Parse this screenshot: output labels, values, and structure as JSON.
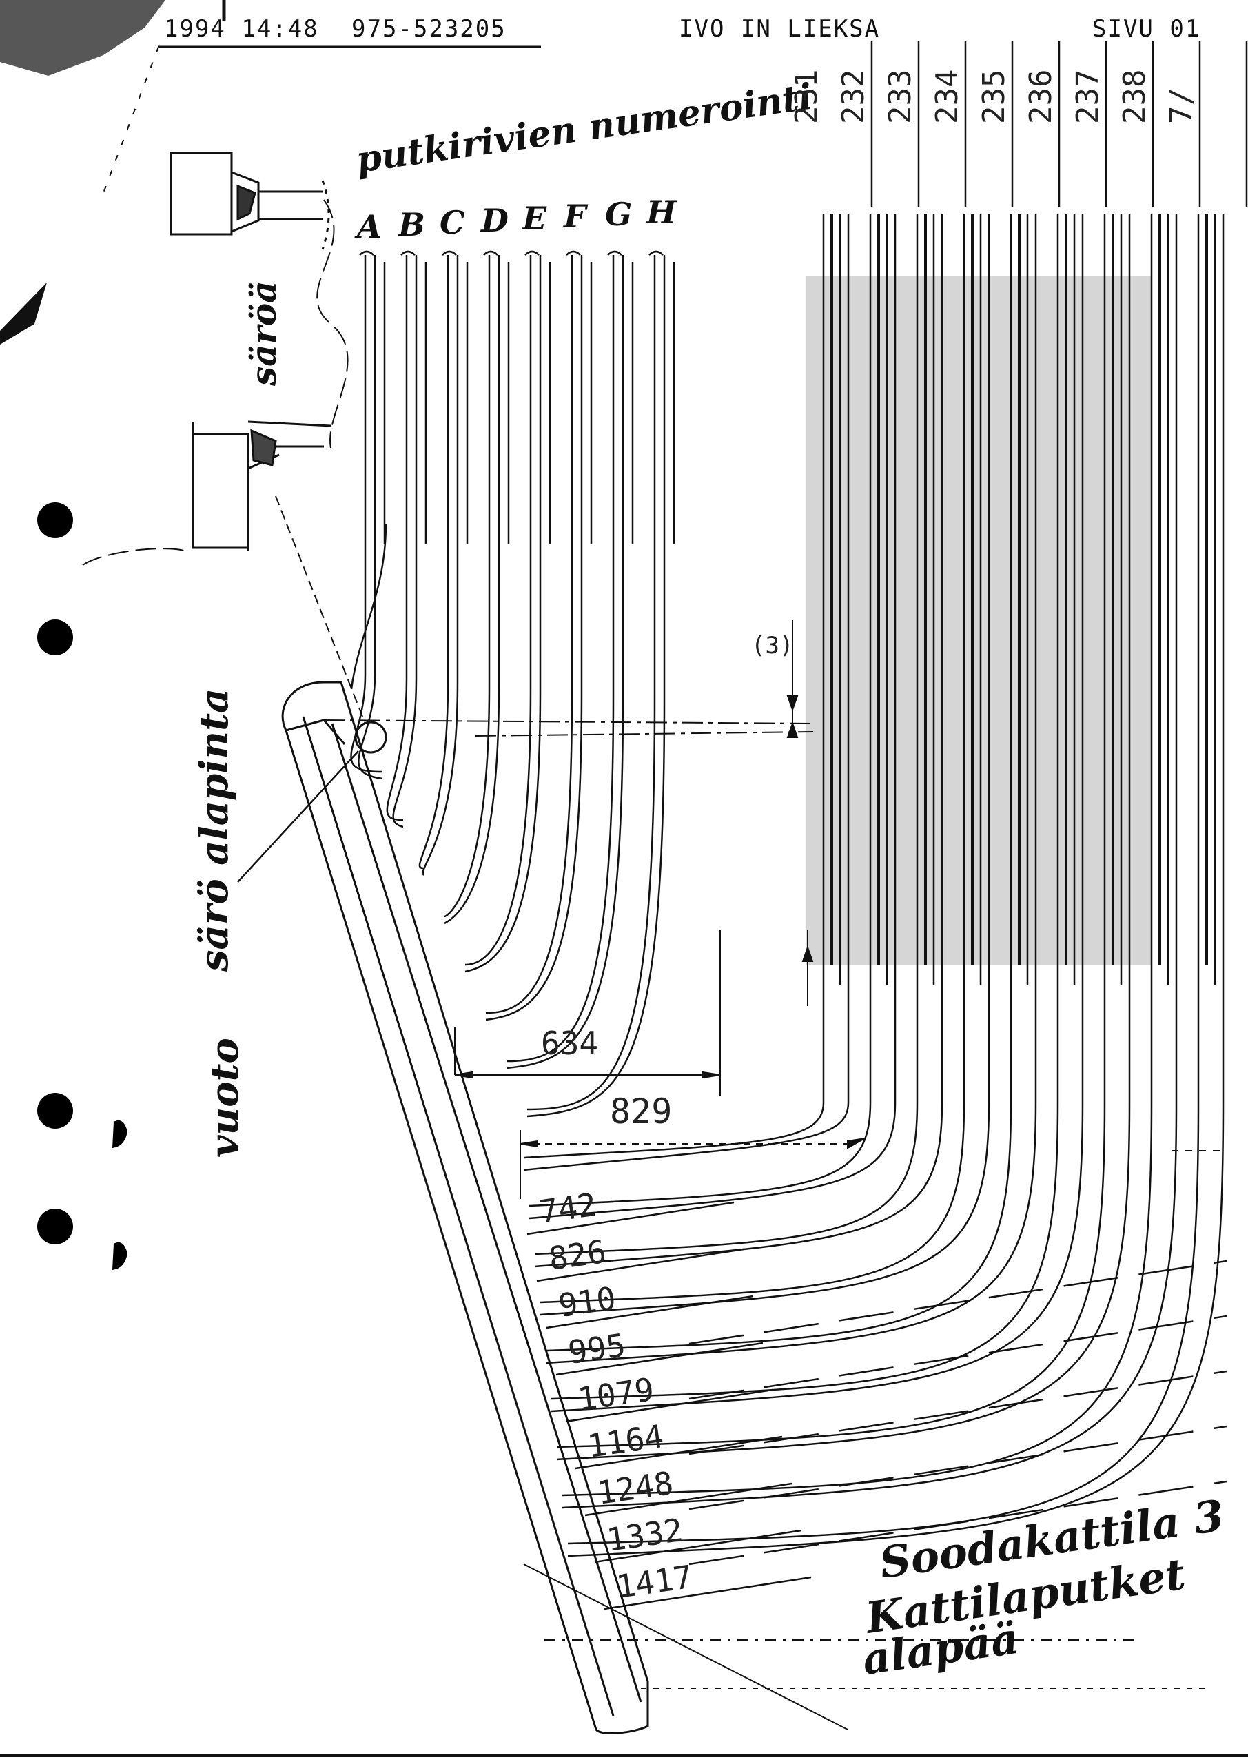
{
  "header": {
    "date_time": "1994 14:48",
    "fax_number": "975-523205",
    "sender": "IVO IN LIEKSA",
    "page": "SIVU 01"
  },
  "annotations": {
    "tube_row_numbering": "putkirivien numerointi",
    "row_letters": [
      "A",
      "B",
      "C",
      "D",
      "E",
      "F",
      "G",
      "H"
    ],
    "crack_label": "säröä",
    "leak_label": "vuoto",
    "crack_bottom_surface": "särö alapinta",
    "boiler_title_line1": "Soodakattila 3",
    "boiler_title_line2": "Kattilaputket",
    "boiler_title_line3": "alapää"
  },
  "tube_numbers": [
    "231",
    "232",
    "233",
    "234",
    "235",
    "236",
    "237",
    "238",
    "7/"
  ],
  "dimensions": {
    "small_vertical_mark": "(3)",
    "dim_634": "634",
    "dim_829": "829",
    "lengths": [
      "742",
      "826",
      "910",
      "995",
      "1079",
      "1164",
      "1248",
      "1332",
      "1417"
    ]
  }
}
